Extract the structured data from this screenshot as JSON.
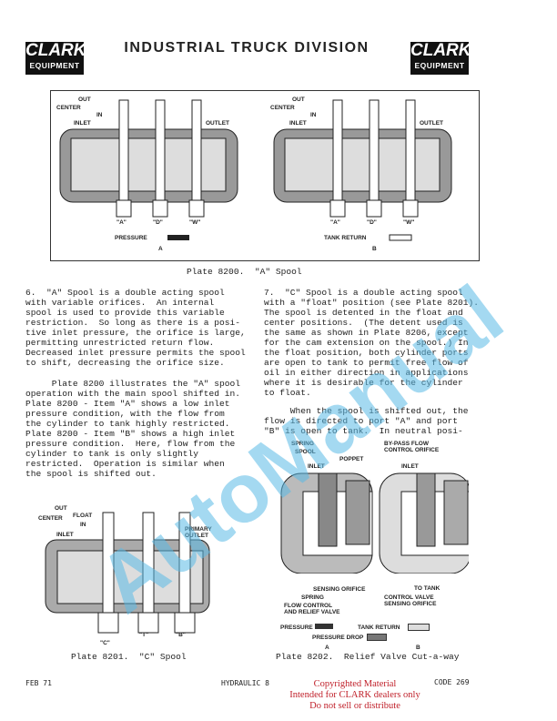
{
  "header": {
    "logo_line1": "CLARK",
    "logo_line2": "EQUIPMENT",
    "title": "INDUSTRIAL TRUCK DIVISION"
  },
  "plate8200": {
    "caption": "Plate 8200.  \"A\" Spool",
    "a": {
      "out": "OUT",
      "center": "CENTER",
      "in": "IN",
      "inlet": "INLET",
      "outlet": "OUTLET",
      "ports": [
        "\"A\"",
        "\"D\"",
        "\"W\""
      ],
      "legend": "PRESSURE",
      "letter": "A"
    },
    "b": {
      "out": "OUT",
      "center": "CENTER",
      "in": "IN",
      "inlet": "INLET",
      "outlet": "OUTLET",
      "ports": [
        "\"A\"",
        "\"D\"",
        "\"W\""
      ],
      "legend": "TANK RETURN",
      "letter": "B"
    }
  },
  "left_column": {
    "p1": "6.  \"A\" Spool is a double acting spool\nwith variable orifices.  An internal\nspool is used to provide this variable\nrestriction.  So long as there is a posi-\ntive inlet pressure, the orifice is large,\npermitting unrestricted return flow.\nDecreased inlet pressure permits the spool\nto shift, decreasing the orifice size.",
    "p2": "     Plate 8200 illustrates the \"A\" spool\noperation with the main spool shifted in.\nPlate 8200 - Item \"A\" shows a low inlet\npressure condition, with the flow from\nthe cylinder to tank highly restricted.\nPlate 8200 - Item \"B\" shows a high inlet\npressure condition.  Here, flow from the\ncylinder to tank is only slightly\nrestricted.  Operation is similar when\nthe spool is shifted out."
  },
  "right_column": {
    "p1": "7.  \"C\" Spool is a double acting spool\nwith a \"float\" position (see Plate 8201).\nThe spool is detented in the float and\ncenter positions.  (The detent used is\nthe same as shown in Plate 8206, except\nfor the cam extension on the spool.) In\nthe float position, both cylinder ports\nare open to tank to permit free flow of\noil in either direction in applications\nwhere it is desirable for the cylinder\nto float.",
    "p2": "     When the spool is shifted out, the\nflow is directed to port \"A\" and port\n\"B\" is open to tank.  In neutral posi-"
  },
  "plate8201": {
    "caption": "Plate 8201.  \"C\" Spool",
    "out": "OUT",
    "center": "CENTER",
    "float": "FLOAT",
    "in": "IN",
    "inlet": "INLET",
    "outlet": "PRIMARY\nOUTLET",
    "ports": [
      "\"C\"",
      "\"T\"",
      "\"B\""
    ]
  },
  "plate8202": {
    "caption": "Plate 8202.  Relief Valve Cut-a-way",
    "labels": {
      "spring_top": "SPRING",
      "spool": "SPOOL",
      "poppet": "POPPET",
      "inlet_a": "INLET",
      "inlet_b": "INLET",
      "bypass": "BY-PASS FLOW\nCONTROL ORIFICE",
      "sensing": "SENSING ORIFICE",
      "spring_bottom": "SPRING",
      "flow_control": "FLOW CONTROL\nAND RELIEF VALVE",
      "to_tank": "TO TANK",
      "control_valve": "CONTROL VALVE\nSENSING ORIFICE"
    },
    "legend": {
      "pressure": "PRESSURE",
      "tank_return": "TANK RETURN",
      "pressure_drop": "PRESSURE DROP",
      "a": "A",
      "b": "B"
    }
  },
  "footer": {
    "date": "FEB 71",
    "section": "HYDRAULIC 8",
    "code": "CODE 269",
    "copyright": [
      "Copyrighted Material",
      "Intended for CLARK dealers only",
      "Do not sell or distribute"
    ]
  },
  "watermark": "AutoManual"
}
